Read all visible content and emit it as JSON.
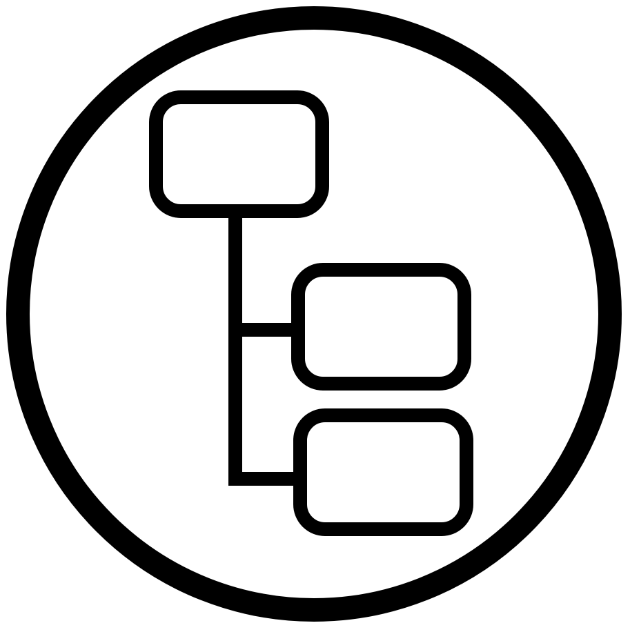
{
  "icon": {
    "name": "hierarchy-tree-icon",
    "stroke_color": "#000000",
    "background_color": "#ffffff",
    "nodes": [
      "root-node",
      "child-node-1",
      "child-node-2"
    ]
  }
}
